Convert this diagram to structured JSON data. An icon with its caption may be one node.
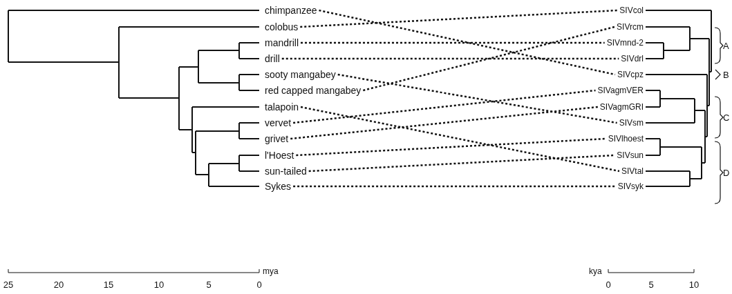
{
  "diagram": {
    "nodes": [
      {
        "text": [
          "chimpanzee"
        ]
      },
      {
        "text": [
          "colobus"
        ]
      },
      {
        "text": [
          "mandrill"
        ]
      },
      {
        "text": [
          "drill"
        ]
      },
      {
        "text": [
          "sooty mangabey"
        ]
      },
      {
        "text": [
          "red capped mangabey"
        ]
      },
      {
        "text": [
          "talapoin"
        ]
      },
      {
        "text": [
          "vervet"
        ]
      },
      {
        "text": [
          "grivet"
        ]
      },
      {
        "text": [
          "l'Hoest"
        ]
      },
      {
        "text": [
          "sun-tailed"
        ]
      },
      {
        "text": [
          "Sykes"
        ]
      },
      {
        "text": [
          "SIVcol"
        ]
      },
      {
        "text": [
          "SIVrcm"
        ]
      },
      {
        "text": [
          "SIVmnd-2"
        ]
      },
      {
        "text": [
          "SIVdrl"
        ]
      },
      {
        "text": [
          "SIVcpz"
        ]
      },
      {
        "text": [
          "SIVagmVER"
        ]
      },
      {
        "text": [
          "SIVagmGRI"
        ]
      },
      {
        "text": [
          "SIVsm"
        ]
      },
      {
        "text": [
          "SIVlhoest"
        ]
      },
      {
        "text": [
          "SIVsun"
        ]
      },
      {
        "text": [
          "SIVtal"
        ]
      },
      {
        "text": [
          "SIVsyk"
        ]
      }
    ],
    "edges": [
      {
        "from": 0,
        "to": 16,
        "arrow": "none",
        "style": "dashed"
      },
      {
        "from": 1,
        "to": 12,
        "arrow": "none",
        "style": "dashed"
      },
      {
        "from": 2,
        "to": 14,
        "arrow": "none",
        "style": "dashed"
      },
      {
        "from": 3,
        "to": 15,
        "arrow": "none",
        "style": "dashed"
      },
      {
        "from": 4,
        "to": 19,
        "arrow": "none",
        "style": "dashed"
      },
      {
        "from": 5,
        "to": 13,
        "arrow": "none",
        "style": "dashed"
      },
      {
        "from": 6,
        "to": 22,
        "arrow": "none",
        "style": "dashed"
      },
      {
        "from": 7,
        "to": 17,
        "arrow": "none",
        "style": "dashed"
      },
      {
        "from": 8,
        "to": 18,
        "arrow": "none",
        "style": "dashed"
      },
      {
        "from": 9,
        "to": 20,
        "arrow": "none",
        "style": "dashed"
      },
      {
        "from": 10,
        "to": 21,
        "arrow": "none",
        "style": "dashed"
      },
      {
        "from": 11,
        "to": 23,
        "arrow": "none",
        "style": "dashed"
      }
    ],
    "labels": [
      "A",
      "B",
      "C",
      "D",
      "mya",
      "kya",
      "25",
      "20",
      "15",
      "10",
      "5",
      "0",
      "0",
      "5",
      "10"
    ]
  }
}
